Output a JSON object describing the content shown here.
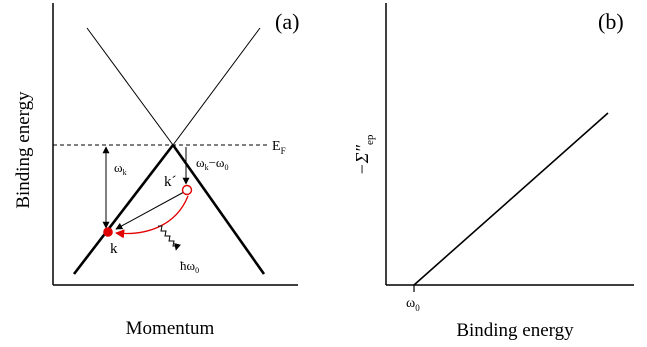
{
  "panel_a": {
    "tag": "(a)",
    "y_axis_label": "Binding energy",
    "x_axis_label": "Momentum",
    "fermi_label": {
      "base": "E",
      "sub": "F"
    },
    "omega_k_label": {
      "base": "ω",
      "sub": "k"
    },
    "omega_diff_label": {
      "base1": "ω",
      "sub1": "k",
      "mid": "−ω",
      "sub2": "0"
    },
    "k_prime_label": "k´",
    "k_label": "k",
    "phonon_label": {
      "base": "ħω",
      "sub": "0"
    }
  },
  "panel_b": {
    "tag": "(b)",
    "y_axis_label": {
      "base": "−Σ″",
      "sub": "ep"
    },
    "x_axis_label": "Binding energy",
    "omega0_tick_label": {
      "base": "ω",
      "sub": "0"
    }
  },
  "colors": {
    "line": "#000000",
    "highlight": "#e00000"
  }
}
